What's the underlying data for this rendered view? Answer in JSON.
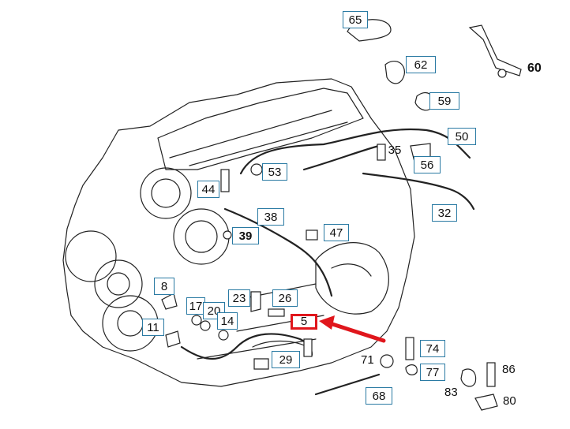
{
  "diagram": {
    "highlight_color": "#e0161c",
    "box_border_color": "#2a7aa3",
    "highlighted_part": "5",
    "callouts": {
      "c65": "65",
      "c62": "62",
      "c59": "59",
      "c60": "60",
      "c50": "50",
      "c35": "35",
      "c56": "56",
      "c53": "53",
      "c44": "44",
      "c38": "38",
      "c39": "39",
      "c47": "47",
      "c32": "32",
      "c8": "8",
      "c17": "17",
      "c20": "20",
      "c23": "23",
      "c26": "26",
      "c14": "14",
      "c5": "5",
      "c11": "11",
      "c74": "74",
      "c71": "71",
      "c29": "29",
      "c77": "77",
      "c86": "86",
      "c83": "83",
      "c68": "68",
      "c80": "80"
    }
  }
}
